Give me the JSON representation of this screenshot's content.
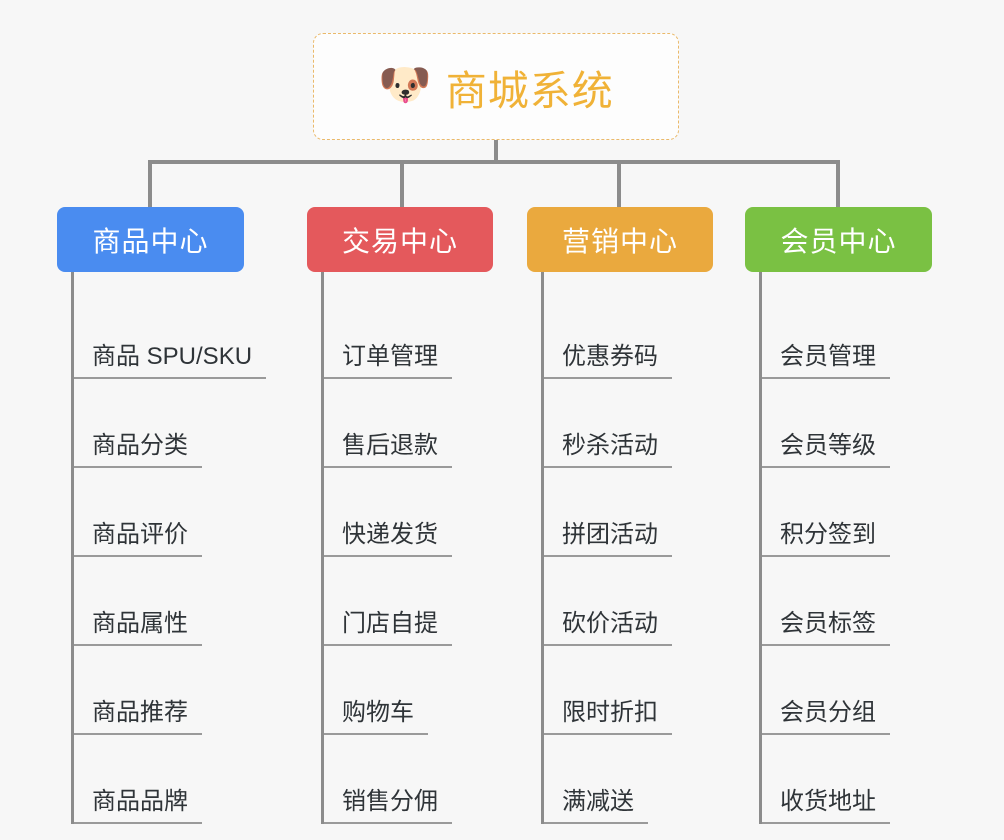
{
  "root": {
    "icon": "shiba-dog-emoji",
    "emoji": "🐶",
    "title": "商城系统",
    "text_color": "#f0b237",
    "border_color": "#eab96a"
  },
  "connector_color": "#8c8c8c",
  "background_color": "#f7f7f7",
  "categories": [
    {
      "label": "商品中心",
      "color": "#4a8cf0",
      "items": [
        "商品 SPU/SKU",
        "商品分类",
        "商品评价",
        "商品属性",
        "商品推荐",
        "商品品牌"
      ]
    },
    {
      "label": "交易中心",
      "color": "#e4595c",
      "items": [
        "订单管理",
        "售后退款",
        "快递发货",
        "门店自提",
        "购物车",
        "销售分佣"
      ]
    },
    {
      "label": "营销中心",
      "color": "#eaa93e",
      "items": [
        "优惠券码",
        "秒杀活动",
        "拼团活动",
        "砍价活动",
        "限时折扣",
        "满减送"
      ]
    },
    {
      "label": "会员中心",
      "color": "#7ac143",
      "items": [
        "会员管理",
        "会员等级",
        "积分签到",
        "会员标签",
        "会员分组",
        "收货地址"
      ]
    }
  ]
}
